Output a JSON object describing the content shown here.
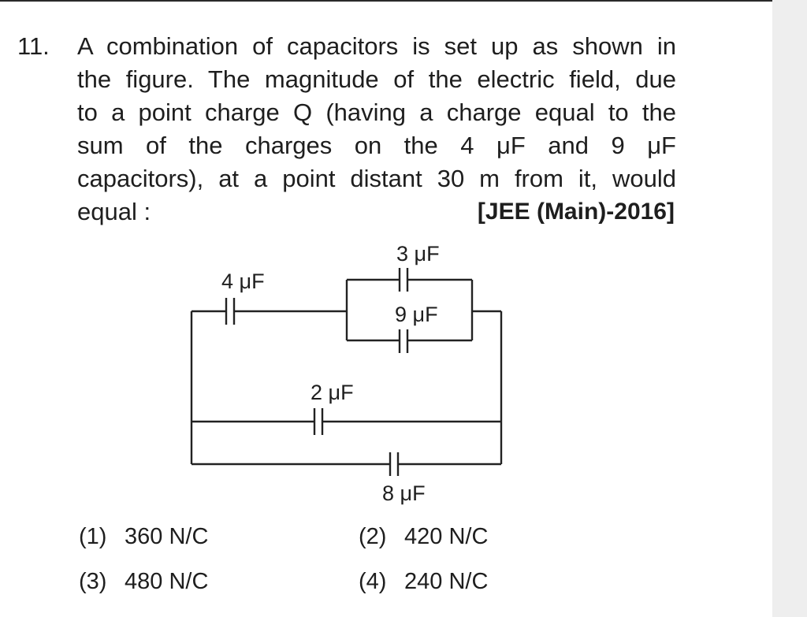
{
  "question": {
    "number": "11.",
    "lines": [
      "A combination of capacitors is set up as shown in",
      "the figure. The magnitude of the electric field, due",
      "to a point charge Q (having a charge equal to the",
      "sum of the charges on the 4 μF and 9 μF",
      "capacitors), at a point distant 30 m from it, would",
      "equal :"
    ],
    "source": "[JEE (Main)-2016]"
  },
  "circuit": {
    "capacitors": {
      "c4": "4 μF",
      "c3": "3 μF",
      "c9": "9 μF",
      "c2": "2 μF",
      "c8": "8 μF"
    }
  },
  "options": [
    {
      "num": "(1)",
      "text": "360 N/C"
    },
    {
      "num": "(2)",
      "text": "420 N/C"
    },
    {
      "num": "(3)",
      "text": "480 N/C"
    },
    {
      "num": "(4)",
      "text": "240 N/C"
    }
  ]
}
